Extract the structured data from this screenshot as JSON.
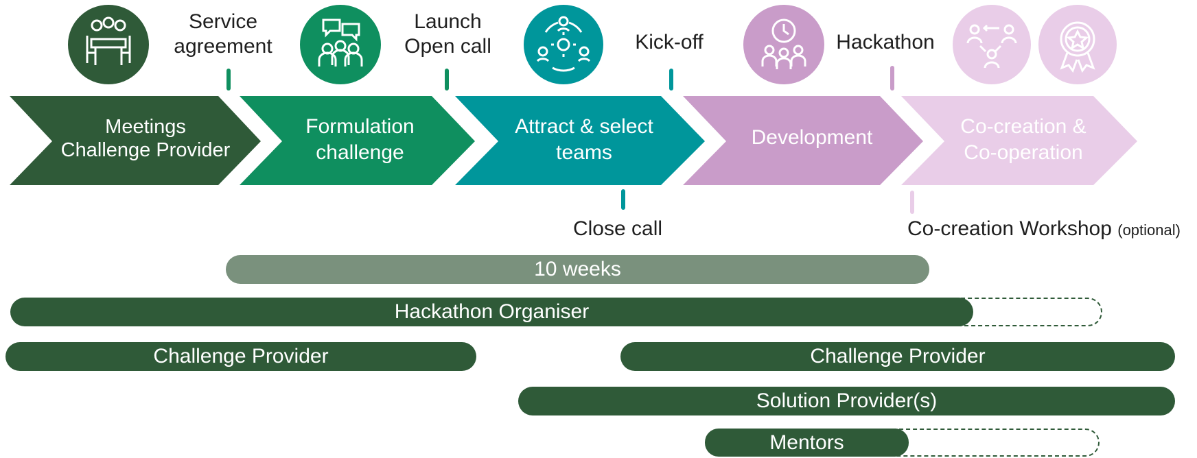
{
  "colors": {
    "dark_green": "#2f5a38",
    "green": "#0f8f5f",
    "teal": "#00969b",
    "purple": "#c99cc9",
    "light_purple": "#e9cde8",
    "grey_green": "#7a917d"
  },
  "phases": [
    {
      "line1": "Meetings",
      "line2": "Challenge Provider",
      "icon": "meeting-table-icon"
    },
    {
      "line1": "Formulation",
      "line2": "challenge",
      "icon": "group-discussion-icon"
    },
    {
      "line1": "Attract & select",
      "line2": "teams",
      "icon": "team-gear-cycle-icon"
    },
    {
      "line1": "Development",
      "line2": "",
      "icon": "team-clock-icon"
    },
    {
      "line1": "Co-creation &",
      "line2": "Co-operation",
      "icon": "team-exchange-icon",
      "icon2": "award-badge-icon"
    }
  ],
  "milestones_top": {
    "service": {
      "line1": "Service",
      "line2": "agreement"
    },
    "launch": {
      "line1": "Launch",
      "line2": "Open call"
    },
    "kickoff": "Kick-off",
    "hackathon": "Hackathon"
  },
  "milestones_bottom": {
    "close_call": "Close call",
    "workshop": "Co-creation Workshop",
    "workshop_note": "(optional)"
  },
  "bars": {
    "duration": "10 weeks",
    "hackathon_organiser": "Hackathon Organiser",
    "challenge_provider_1": "Challenge  Provider",
    "challenge_provider_2": "Challenge  Provider",
    "solution_providers": "Solution  Provider(s)",
    "mentors": "Mentors"
  }
}
